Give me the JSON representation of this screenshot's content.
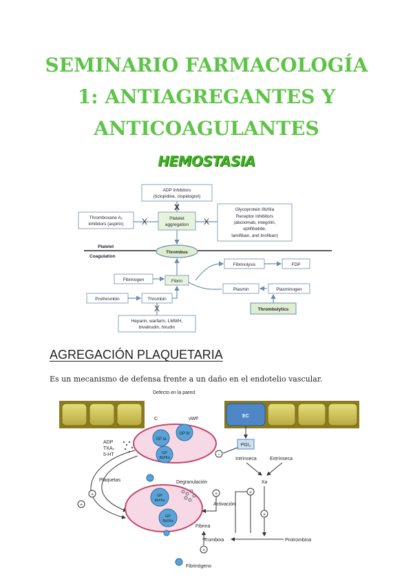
{
  "document": {
    "title_lines": [
      "SEMINARIO FARMACOLOGÍA",
      "1: ANTIAGREGANTES Y",
      "ANTICOAGULANTES"
    ],
    "subtitle": "HEMOSTASIA",
    "section_heading": "AGREGACIÓN PLAQUETARIA",
    "body_text": "Es un mecanismo de defensa frente a un daño en el endotelio vascular."
  },
  "hemostasis_diagram": {
    "adp_inhibitors": [
      "ADP inhibitors",
      "(ticlopidine, clopidogrel)"
    ],
    "thromboxane_inhibitors": [
      "Thromboxane A₂",
      "inhibitors (aspirin)"
    ],
    "platelet_aggregation": [
      "Platelet",
      "aggregation"
    ],
    "gp_inhibitors": [
      "Glycoprotein IIb/IIIa",
      "Receptor inhibitors",
      "(abciximab, integrilin,",
      "eptifibatide,",
      "lamifiban, and tirofiban)"
    ],
    "platelet_label": "Platelet",
    "coagulation_label": "Coagulation",
    "thrombus": "Thrombus",
    "fibrinolysis": "Fibrinolysis",
    "fdp": "FDP",
    "fibrinogen": "Fibrinogen",
    "fibrin": "Fibrin",
    "plasmin": "Plasmin",
    "plasminogen": "Plasminogen",
    "prothrombin": "Prothrombin",
    "thrombin": "Thrombin",
    "thrombolytics": "Thrombolytics",
    "anticoagulants": [
      "Heparin, warfarin, LMWH,",
      "bivalirudin, hirudin"
    ],
    "block_mark": "X"
  },
  "aggregation_diagram": {
    "wall_defect": "Defecto en la pared",
    "c_label": "C",
    "vwf": "vWF",
    "ec": "EC",
    "pgi2": "PGI₂",
    "gp_ia": "GP Ia",
    "gp_ib": "GP Ib",
    "gp_iib_iiia": [
      "GP",
      "IIb/IIIa"
    ],
    "mediators": [
      "ADP",
      "TXA₂",
      "5-HT"
    ],
    "plaquetas": "Plaquetas",
    "degranulacion": "Degranulación",
    "activacion": "Activación",
    "intrinseca": "Intrínseca",
    "extrinseca": "Extrínseca",
    "xa": "Xa",
    "fibrina": "Fibrina",
    "trombina": "Trombina",
    "protrombina": "Protrombina",
    "fibrinogeno": "Fibrinógeno",
    "plus": "+",
    "minus": "−"
  }
}
